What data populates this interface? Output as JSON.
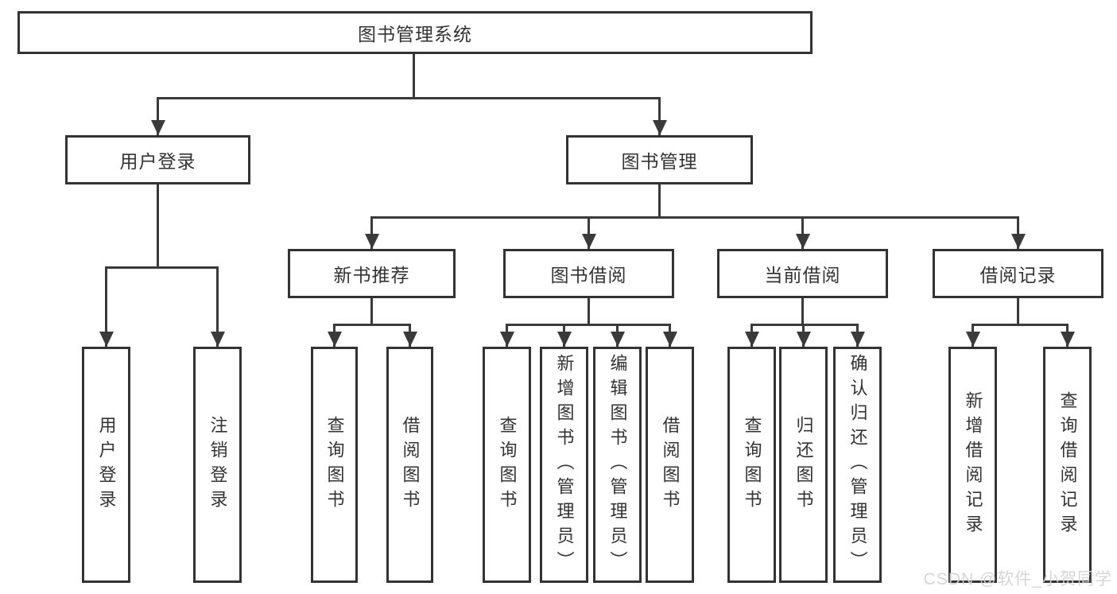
{
  "diagram_title": "图书管理系统",
  "tree": {
    "label": "图书管理系统",
    "children": [
      {
        "label": "用户登录",
        "children": [
          {
            "label": "用户登录"
          },
          {
            "label": "注销登录"
          }
        ]
      },
      {
        "label": "图书管理",
        "children": [
          {
            "label": "新书推荐",
            "children": [
              {
                "label": "查询图书"
              },
              {
                "label": "借阅图书"
              }
            ]
          },
          {
            "label": "图书借阅",
            "children": [
              {
                "label": "查询图书"
              },
              {
                "label": "新增图书（管理员）"
              },
              {
                "label": "编辑图书（管理员）"
              },
              {
                "label": "借阅图书"
              }
            ]
          },
          {
            "label": "当前借阅",
            "children": [
              {
                "label": "查询图书"
              },
              {
                "label": "归还图书"
              },
              {
                "label": "确认归还（管理员）"
              }
            ]
          },
          {
            "label": "借阅记录",
            "children": [
              {
                "label": "新增借阅记录"
              },
              {
                "label": "查询借阅记录"
              }
            ]
          }
        ]
      }
    ]
  },
  "watermark": {
    "text": "CSDN @软件_小贺同学"
  },
  "colors": {
    "line": "#3a3a3a",
    "border": "#333333",
    "text": "#333333",
    "background": "#ffffff",
    "watermark": "#d2d2d2"
  }
}
